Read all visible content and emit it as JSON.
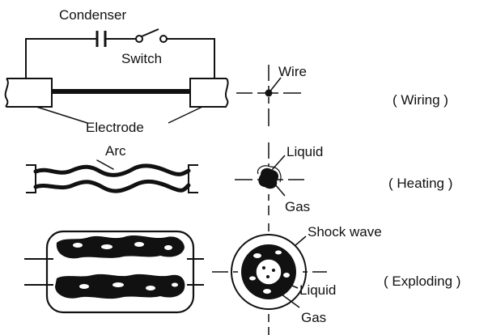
{
  "labels": {
    "condenser": "Condenser",
    "switch": "Switch",
    "wire": "Wire",
    "electrode": "Electrode",
    "arc": "Arc",
    "liquid_heating": "Liquid",
    "gas_heating": "Gas",
    "shock_wave": "Shock wave",
    "liquid_exploding": "Liquid",
    "gas_exploding": "Gas"
  },
  "stages": {
    "wiring": "( Wiring )",
    "heating": "( Heating )",
    "exploding": "( Exploding )"
  }
}
